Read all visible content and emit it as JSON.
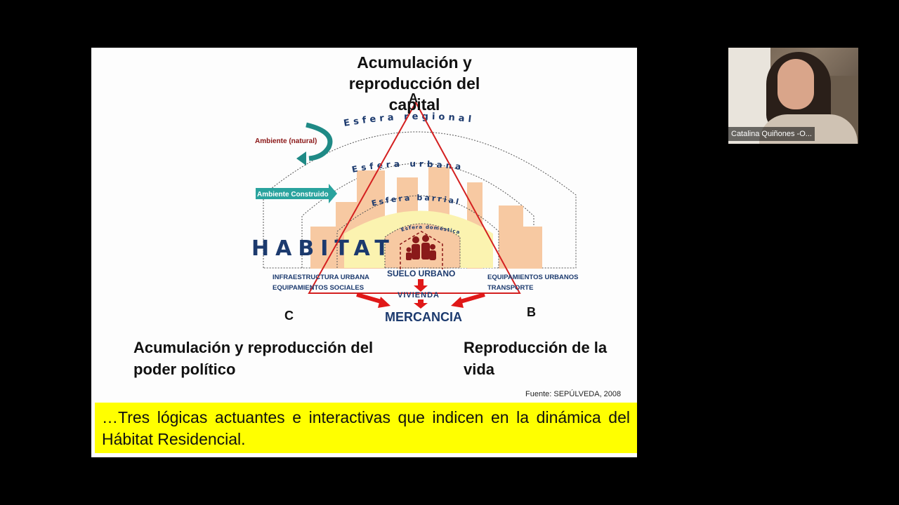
{
  "slide": {
    "title": "Acumulación y reproducción del capital",
    "diagram": {
      "vertex_a": "A",
      "vertex_b": "B",
      "vertex_c": "C",
      "esfera_regional": "Esfera regional",
      "esfera_urbana": "Esfera urbana",
      "esfera_barrial": "Esfera barrial",
      "esfera_domestica": "Esfera doméstica",
      "ambiente_natural": "Ambiente (natural)",
      "ambiente_construido": "Ambiente Construido",
      "habitat": "HABITAT",
      "suelo_urbano": "SUELO URBANO",
      "vivienda": "VIVIENDA",
      "infra_line1": "INFRAESTRUCTURA URBANA",
      "infra_line2": "EQUIPAMIENTOS SOCIALES",
      "equip_line1": "EQUIPAMIENTOS URBANOS",
      "equip_line2": "TRANSPORTE",
      "mercancia": "MERCANCIA"
    },
    "bottom_left": "Acumulación y reproducción del poder político",
    "bottom_right": "Reproducción de la vida",
    "source": "Fuente: SEPÚLVEDA, 2008",
    "banner": "…Tres lógicas actuantes e interactivas que indicen en la dinámica del Hábitat Residencial."
  },
  "participant": {
    "name": "Catalina Quiñones -O..."
  },
  "colors": {
    "triangle": "#d42020",
    "habitat_text": "#1c3a6e",
    "banner": "#ffff00",
    "ambiente_arrow": "#1f8a86"
  }
}
